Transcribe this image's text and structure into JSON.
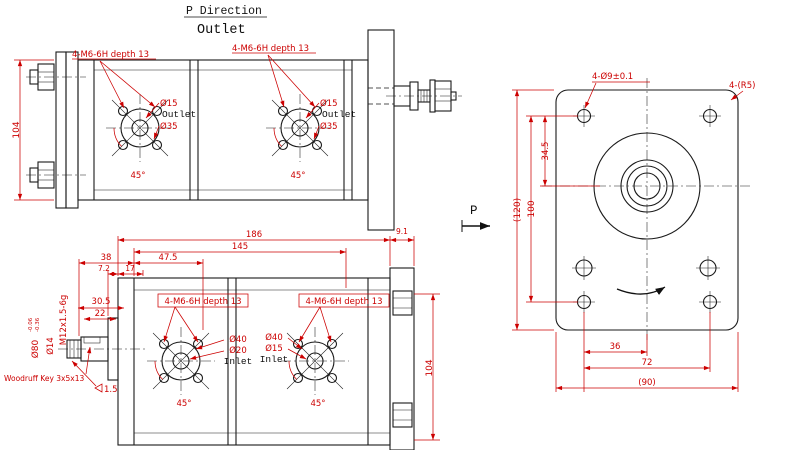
{
  "meta": {
    "accent_red": "#cc0000",
    "line_black": "#1a1a1a"
  },
  "header": {
    "p_direction": "P Direction",
    "outlet": "Outlet"
  },
  "top_view": {
    "height_dim": "104",
    "thread_notes": [
      "4-M6-6H depth 13",
      "4-M6-6H depth 13"
    ],
    "ports": [
      {
        "port_dia": "Ø15",
        "label": "Outlet",
        "boss_dia": "Ø35",
        "angle": "45°"
      },
      {
        "port_dia": "Ø15",
        "label": "Outlet",
        "boss_dia": "Ø35",
        "angle": "45°"
      }
    ]
  },
  "front_view": {
    "dims": {
      "overall": "186",
      "body": "145",
      "plate": "9.1",
      "shaft_len": "38",
      "front_section": "47.5",
      "step_a": "7.2",
      "step_b": "17",
      "shaft_step": "30.5",
      "key_len": "22",
      "height": "104",
      "chamfer": "1.5"
    },
    "shaft": {
      "thread": "M12x1.5-6g",
      "pilot_dia": "Ø80",
      "pilot_tol_upper": "-0.06",
      "pilot_tol_lower": "-0.36",
      "shaft_dia": "Ø14",
      "key_note": "Woodruff Key 3x5x13"
    },
    "thread_notes": [
      "4-M6-6H depth 13",
      "4-M6-6H depth 13"
    ],
    "inlets": [
      {
        "boss_dia": "Ø40",
        "port_dia": "Ø20",
        "label": "Inlet",
        "angle": "45°"
      },
      {
        "boss_dia": "Ø40",
        "port_dia": "Ø15",
        "label": "Inlet",
        "angle": "45°"
      }
    ]
  },
  "flange_view": {
    "mount_holes_note": "4-Ø9±0.1",
    "corner_radius_note": "4-(R5)",
    "dims": {
      "hole_offset": "34.5",
      "hole_spacing_v": "100",
      "height": "(120)",
      "half_spacing": "36",
      "hole_spacing_h": "72",
      "width": "(90)"
    },
    "p_label": "P"
  }
}
